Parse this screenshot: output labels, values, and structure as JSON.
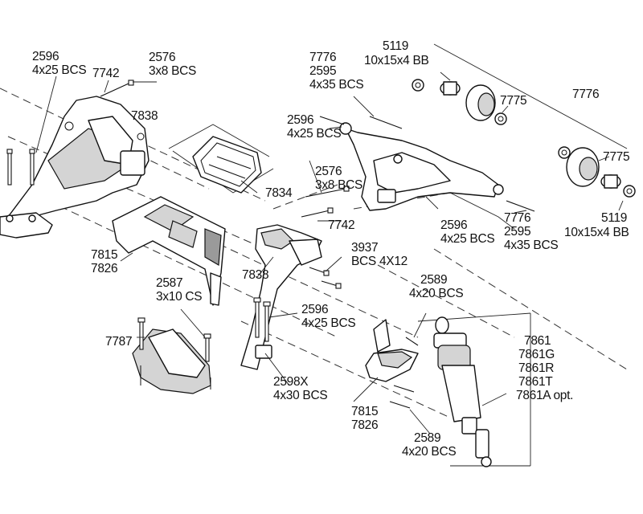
{
  "labels": {
    "p2596_tl": [
      "2596",
      "4x25 BCS"
    ],
    "p7742_tl": [
      "7742"
    ],
    "p2576_tl": [
      "2576",
      "3x8 BCS"
    ],
    "p7838_top": [
      "7838"
    ],
    "p7776_top": [
      "7776",
      "2595",
      "4x35 BCS"
    ],
    "p5119_top": [
      "5119",
      "10x15x4 BB"
    ],
    "p7775_top": [
      "7775"
    ],
    "p7776_right": [
      "7776"
    ],
    "p2596_mid": [
      "2596",
      "4x25 BCS"
    ],
    "p7775_right": [
      "7775"
    ],
    "p7834": [
      "7834"
    ],
    "p2576_mid": [
      "2576",
      "3x8 BCS"
    ],
    "p7742_mid": [
      "7742"
    ],
    "p2596_lower": [
      "2596",
      "4x25 BCS"
    ],
    "p7776_lower": [
      "7776",
      "2595",
      "4x35 BCS"
    ],
    "p5119_lower": [
      "5119",
      "10x15x4 BB"
    ],
    "p3937": [
      "3937",
      "BCS 4X12"
    ],
    "p7815_left": [
      "7815",
      "7826"
    ],
    "p7838_mid": [
      "7838"
    ],
    "p2589_top": [
      "2589",
      "4x20 BCS"
    ],
    "p2587": [
      "2587",
      "3x10 CS"
    ],
    "p2596_center": [
      "2596",
      "4x25 BCS"
    ],
    "p7787": [
      "7787"
    ],
    "p7861": [
      "7861",
      "7861G",
      "7861R",
      "7861T",
      "7861A opt."
    ],
    "p2598x": [
      "2598X",
      "4x30 BCS"
    ],
    "p7815_right": [
      "7815",
      "7826"
    ],
    "p2589_bottom": [
      "2589",
      "4x20 BCS"
    ]
  }
}
